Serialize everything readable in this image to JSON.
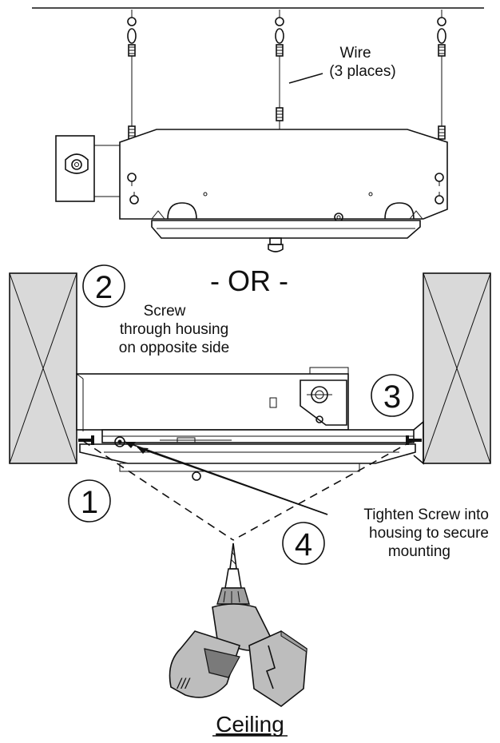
{
  "top": {
    "wire_label": "Wire",
    "wire_sub": "(3 places)"
  },
  "divider": {
    "or_label": "- OR -"
  },
  "steps": {
    "step1": "1",
    "step2": "2",
    "step3": "3",
    "step4": "4",
    "step2_line1": "Screw",
    "step2_line2": "through housing",
    "step2_line3": "on opposite side",
    "step4_line1": "Tighten Screw into",
    "step4_line2": "housing to secure",
    "step4_line3": "mounting"
  },
  "drill": {
    "mark": "///"
  },
  "footer": {
    "ceiling_label": "Ceiling"
  },
  "colors": {
    "line": "#111111",
    "joist_fill": "#d9d9d9",
    "drill_body": "#bdbdbd",
    "drill_grip": "#7a7a7a"
  }
}
